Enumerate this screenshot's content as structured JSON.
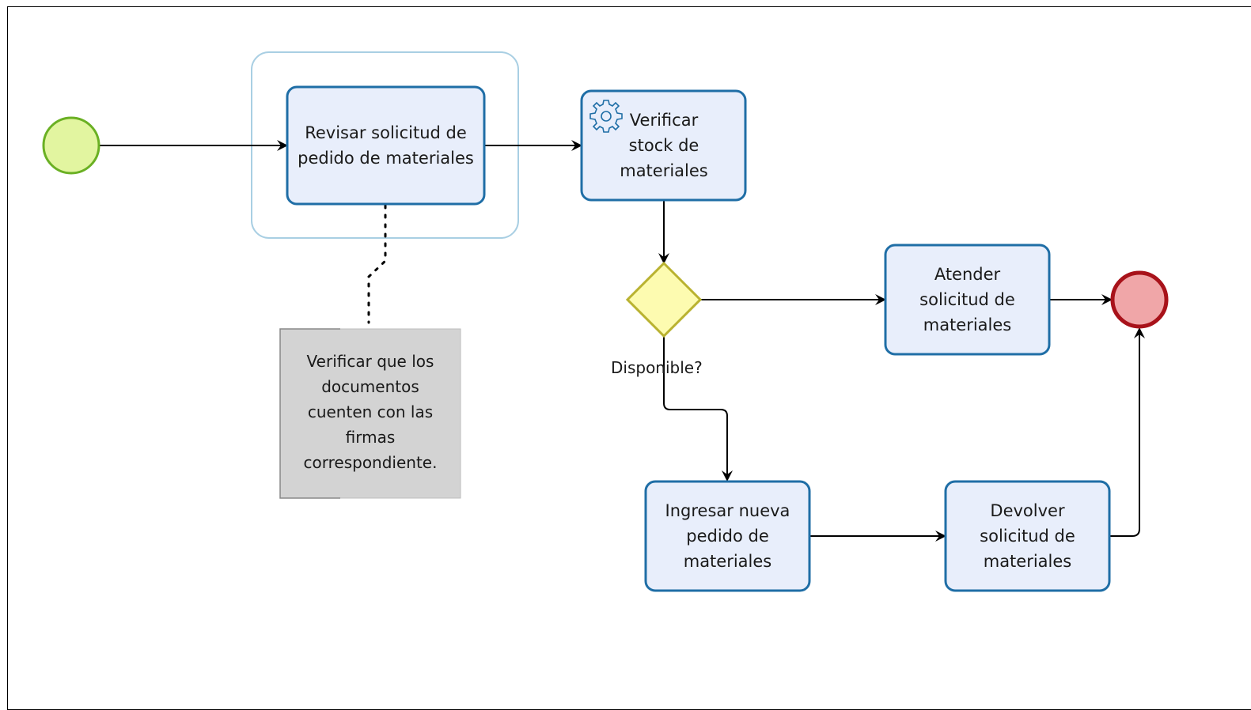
{
  "diagram": {
    "tasks": {
      "revisar": "Revisar solicitud de pedido de materiales",
      "verificar_stock": "Verificar stock de materiales",
      "atender": "Atender solicitud de materiales",
      "ingresar": "Ingresar nueva pedido de materiales",
      "devolver": "Devolver solicitud de materiales"
    },
    "gateway_label": "Disponible?",
    "annotation": "Verificar que los documentos cuenten con las firmas correspondiente.",
    "colors": {
      "task_fill": "#e8eefb",
      "task_stroke": "#1f6ea6",
      "start_fill": "#e2f5a0",
      "start_stroke": "#6ab023",
      "end_fill": "#f0a6a8",
      "end_stroke": "#a8121a",
      "gateway_fill": "#fdfbb0",
      "gateway_stroke": "#b9b230",
      "group_stroke": "#a9cfe3",
      "note_fill": "#d3d3d3"
    }
  }
}
